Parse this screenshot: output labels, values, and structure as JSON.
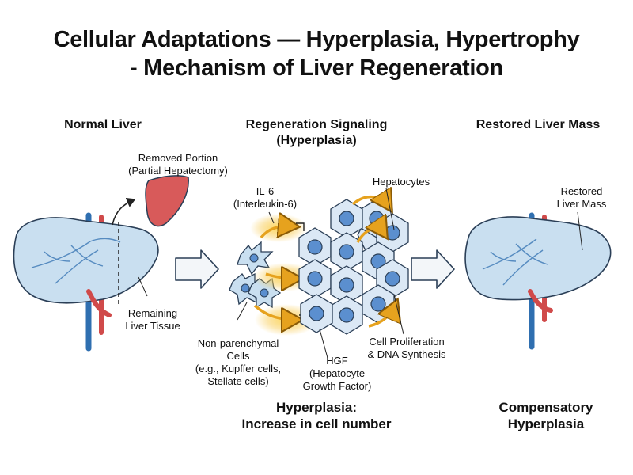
{
  "title": {
    "line1": "Cellular Adaptations — Hyperplasia, Hypertrophy",
    "line2": "- Mechanism of Liver Regeneration"
  },
  "panels": {
    "left": {
      "heading": "Normal Liver"
    },
    "middle": {
      "heading_line1": "Regeneration Signaling",
      "heading_line2": "(Hyperplasia)"
    },
    "right": {
      "heading": "Restored Liver Mass"
    }
  },
  "labels": {
    "removed_line1": "Removed Portion",
    "removed_line2": "(Partial Hepatectomy)",
    "remaining_line1": "Remaining",
    "remaining_line2": "Liver Tissue",
    "il6_line1": "IL-6",
    "il6_line2": "(Interleukin-6)",
    "hepatocytes": "Hepatocytes",
    "nonparenchymal_line1": "Non-parenchymal",
    "nonparenchymal_line2": "Cells",
    "nonparenchymal_line3": "(e.g., Kupffer cells,",
    "nonparenchymal_line4": "Stellate cells)",
    "hgf_line1": "HGF",
    "hgf_line2": "(Hepatocyte",
    "hgf_line3": "Growth Factor)",
    "prolif_line1": "Cell Proliferation",
    "prolif_line2": "& DNA Synthesis",
    "restored_line1": "Restored",
    "restored_line2": "Liver Mass"
  },
  "footers": {
    "middle_line1": "Hyperplasia:",
    "middle_line2": "Increase in cell number",
    "right_line1": "Compensatory",
    "right_line2": "Hyperplasia"
  },
  "colors": {
    "liver_fill": "#c9dff0",
    "liver_stroke": "#2b3f57",
    "vessel_blue": "#2f6fb0",
    "vessel_red": "#d04a4a",
    "removed_fill": "#d85a5a",
    "cell_fill": "#dbe8f5",
    "nucleus_fill": "#5b8fcf",
    "glow": "#f6c64a",
    "arrow_fill": "#f3f6f9"
  }
}
